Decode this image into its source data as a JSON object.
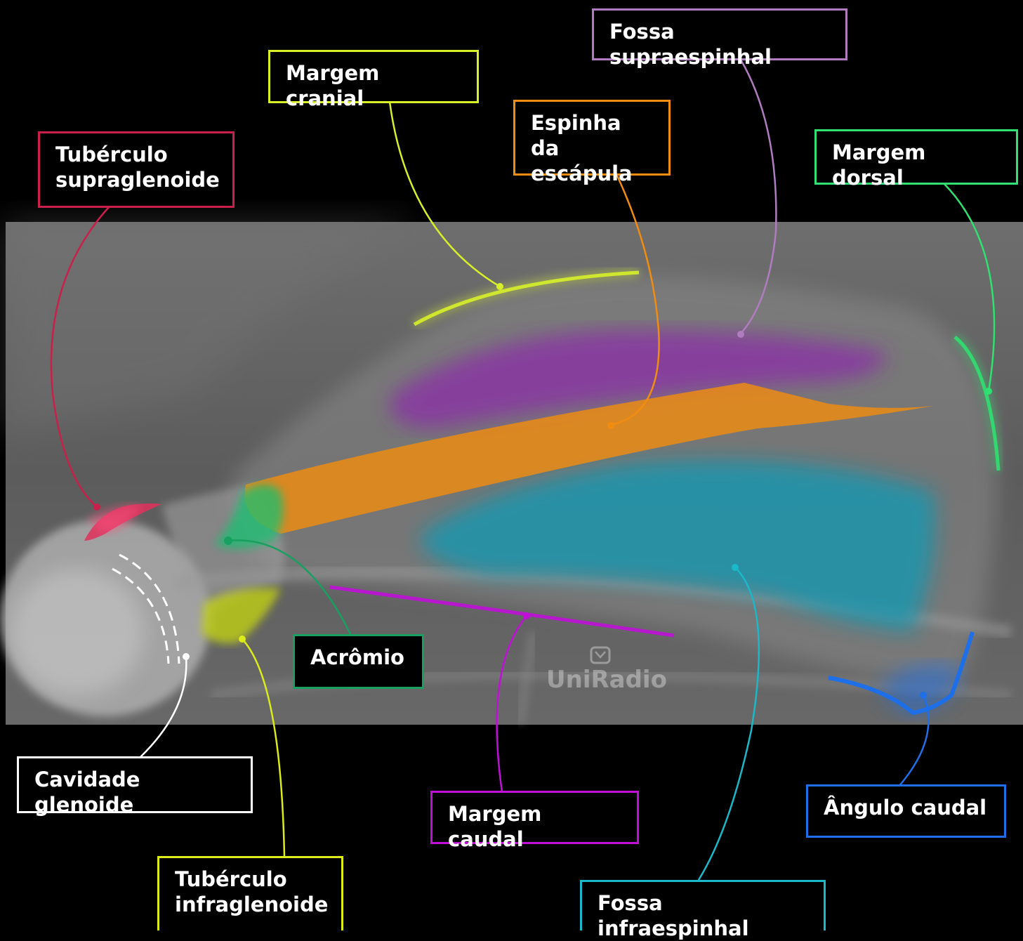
{
  "labels": {
    "fossa_supraespinhal": "Fossa supraespinhal",
    "margem_cranial": "Margem cranial",
    "espinha_da_escapula": "Espinha da\nescápula",
    "margem_dorsal": "Margem dorsal",
    "tuberculo_supraglenoide": "Tubérculo\nsupraglenoide",
    "acromio": "Acrômio",
    "cavidade_glenoide": "Cavidade glenoide",
    "margem_caudal": "Margem caudal",
    "angulo_caudal": "Ângulo caudal",
    "tuberculo_infraglenoide": "Tubérculo\ninfraglenoide",
    "fossa_infraespinhal": "Fossa infraespinhal"
  },
  "colors": {
    "fossa_supraespinhal": "#b07cc0",
    "margem_cranial": "#d8f02a",
    "espinha_da_escapula": "#f08c10",
    "margem_dorsal": "#30e070",
    "tuberculo_supraglenoide": "#c8204a",
    "acromio": "#17a060",
    "cavidade_glenoide": "#ffffff",
    "margem_caudal": "#c010d8",
    "angulo_caudal": "#1e6fe8",
    "tuberculo_infraglenoide": "#dcec1a",
    "fossa_infraespinhal": "#1ab8c8"
  },
  "watermark": "UniRadio",
  "watermark_icon": "uniradio-logo-icon"
}
